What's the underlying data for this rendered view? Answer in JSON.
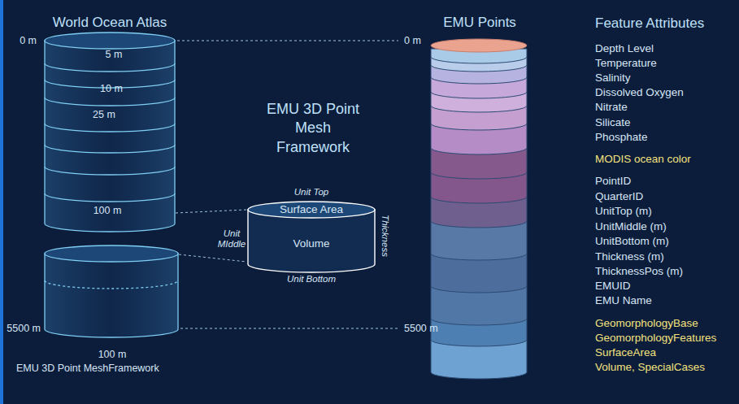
{
  "diagram": {
    "nodes": [
      {
        "text": [
          "Unit Top",
          "Surface Area",
          "Unit MIddle",
          "Volume",
          "Thickness",
          "Unit Bottom"
        ]
      }
    ],
    "labels": [
      "World Ocean Atlas",
      "0 m",
      "5 m",
      "10 m",
      "25 m",
      "100 m",
      "5500 m",
      "100 m",
      "EMU 3D Point MeshFramework",
      "EMU 3D Point Mesh Framework",
      "0 m",
      "5500 m",
      "EMU Points",
      "Feature Attributes",
      "Depth Level",
      "Temperature",
      "Salinity",
      "Dissolved Oxygen",
      "Nitrate",
      "Silicate",
      "Phosphate",
      "MODIS ocean color",
      "PointID",
      "QuarterID",
      "UnitTop (m)",
      "UnitMiddle (m)",
      "UnitBottom (m)",
      "Thickness (m)",
      "ThicknessPos (m)",
      "EMUID",
      "EMU Name",
      "GeomorphologyBase",
      "GeomorphologyFeatures",
      "SurfaceArea",
      "Volume, SpecialCases"
    ]
  }
}
